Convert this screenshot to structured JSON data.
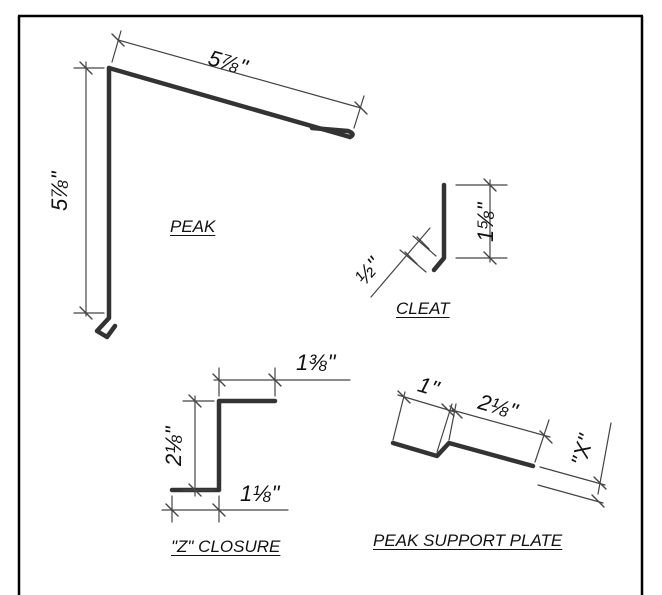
{
  "colors": {
    "stroke": "#333333",
    "thin": "#444444",
    "border": "#000000",
    "background": "#ffffff"
  },
  "parts": {
    "peak": {
      "title": "PEAK",
      "dims": {
        "top_length": "5⅞\"",
        "height": "5⅞\""
      }
    },
    "cleat": {
      "title": "CLEAT",
      "dims": {
        "height": "1⅝\"",
        "hem": "½\""
      }
    },
    "z_closure": {
      "title": "\"Z\" CLOSURE",
      "dims": {
        "top_flange": "1⅜\"",
        "height": "2⅛\"",
        "bottom_flange": "1⅛\""
      }
    },
    "peak_support_plate": {
      "title": "PEAK SUPPORT PLATE",
      "dims": {
        "short_leg": "1\"",
        "long_leg": "2⅛\"",
        "variable": "\"X\""
      }
    }
  }
}
